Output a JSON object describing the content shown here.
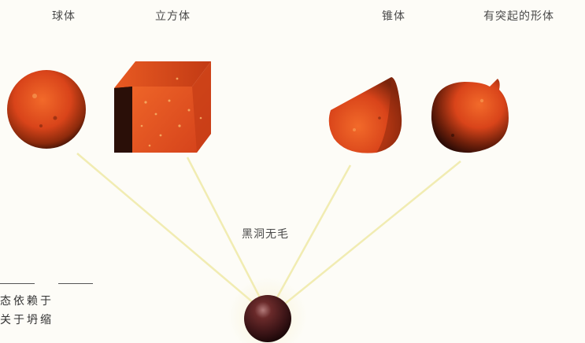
{
  "shapes": {
    "sphere": "球体",
    "cube": "立方体",
    "cone": "锥体",
    "bumpy": "有突起的形体"
  },
  "center_label": "黑洞无毛",
  "side_text": {
    "line1": "态依赖于",
    "line2": "关于坍缩"
  },
  "colors": {
    "shape_orange": "#e8501c",
    "shape_dark": "#5a1a08",
    "ray": "#f1ecb2",
    "black_hole": "#3b1416"
  }
}
